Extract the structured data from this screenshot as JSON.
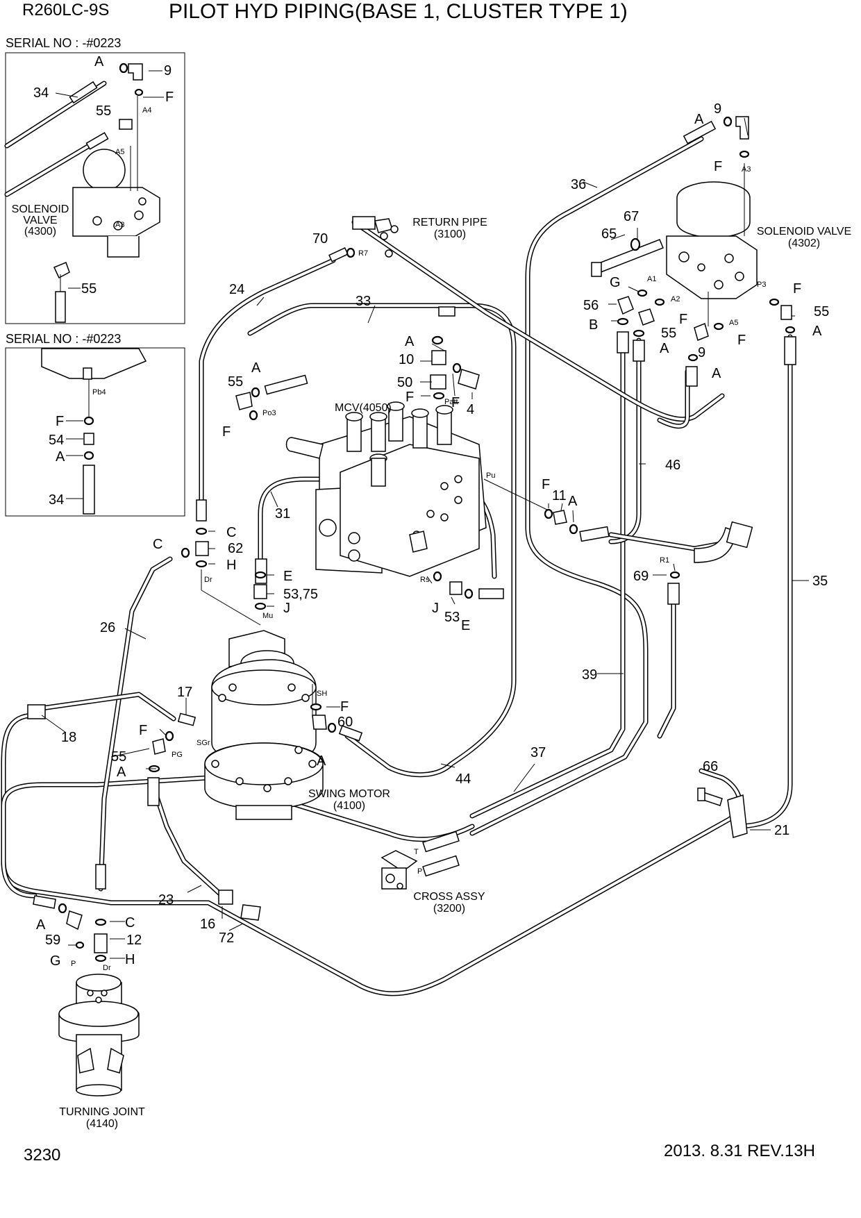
{
  "header": {
    "model": "R260LC-9S",
    "title": "PILOT HYD PIPING(BASE 1, CLUSTER TYPE 1)"
  },
  "footer": {
    "page_number": "3230",
    "date_revision": "2013. 8.31  REV.13H"
  },
  "inset_top": {
    "serial": "SERIAL NO : -#0223",
    "component_name": "SOLENOID VALVE",
    "component_code": "(4300)",
    "labels": [
      "A",
      "9",
      "F",
      "34",
      "55",
      "55"
    ],
    "ports": [
      "A4",
      "A5",
      "A3"
    ]
  },
  "inset_bottom": {
    "serial": "SERIAL NO : -#0223",
    "labels": [
      "F",
      "54",
      "A",
      "34"
    ],
    "ports": [
      "Pb4"
    ]
  },
  "components": {
    "return_pipe": {
      "name": "RETURN PIPE",
      "code": "(3100)"
    },
    "solenoid_valve": {
      "name": "SOLENOID VALVE",
      "code": "(4302)"
    },
    "mcv": {
      "name": "MCV(4050)"
    },
    "swing_motor": {
      "name": "SWING MOTOR",
      "code": "(4100)"
    },
    "cross_assy": {
      "name": "CROSS ASSY",
      "code": "(3200)"
    },
    "turning_joint": {
      "name": "TURNING JOINT",
      "code": "(4140)"
    }
  },
  "callouts": {
    "c9a": "9",
    "cAa": "A",
    "cFa": "F",
    "c36": "36",
    "c67": "67",
    "c65": "65",
    "cG1": "G",
    "c56": "56",
    "cB": "B",
    "c55a": "55",
    "cFb": "F",
    "cAb": "A",
    "c9b": "9",
    "cFc": "F",
    "cAc": "A",
    "cF_p3": "F",
    "c55b": "55",
    "cA_p3": "A",
    "c70": "70",
    "c24": "24",
    "c33": "33",
    "cA10": "A",
    "c10": "10",
    "c50": "50",
    "cF50": "F",
    "cF4": "F",
    "c4": "4",
    "cA55": "A",
    "c55c": "55",
    "cFpo3": "F",
    "c46": "46",
    "cF11": "F",
    "c11": "11",
    "cA11": "A",
    "c31": "31",
    "cC62": "C",
    "c62": "62",
    "cH62": "H",
    "cC": "C",
    "c69": "69",
    "c35": "35",
    "cE": "E",
    "c5375": "53,75",
    "cJ": "J",
    "cJ53": "J",
    "c53": "53",
    "cE53": "E",
    "c26": "26",
    "c39": "39",
    "c17": "17",
    "cF60": "F",
    "c60": "60",
    "cA60": "A",
    "c18": "18",
    "cFpg": "F",
    "c55d": "55",
    "cApg": "A",
    "c44": "44",
    "c37": "37",
    "c66": "66",
    "c21": "21",
    "c23": "23",
    "c16": "16",
    "c72": "72",
    "cA59": "A",
    "c59": "59",
    "cC12": "C",
    "c12": "12",
    "cG12": "G",
    "cH12": "H"
  },
  "ports": {
    "A3": "A3",
    "A1": "A1",
    "A2": "A2",
    "A5": "A5",
    "P3": "P3",
    "R7": "R7",
    "Po3": "Po3",
    "Patt": "Patt",
    "Pu": "Pu",
    "R1": "R1",
    "Dr": "Dr",
    "Rs": "Rs",
    "Mu": "Mu",
    "SH": "SH",
    "SGr": "SGr",
    "PG": "PG",
    "T": "T",
    "P": "P",
    "P_tj": "P",
    "Dr_tj": "Dr"
  }
}
